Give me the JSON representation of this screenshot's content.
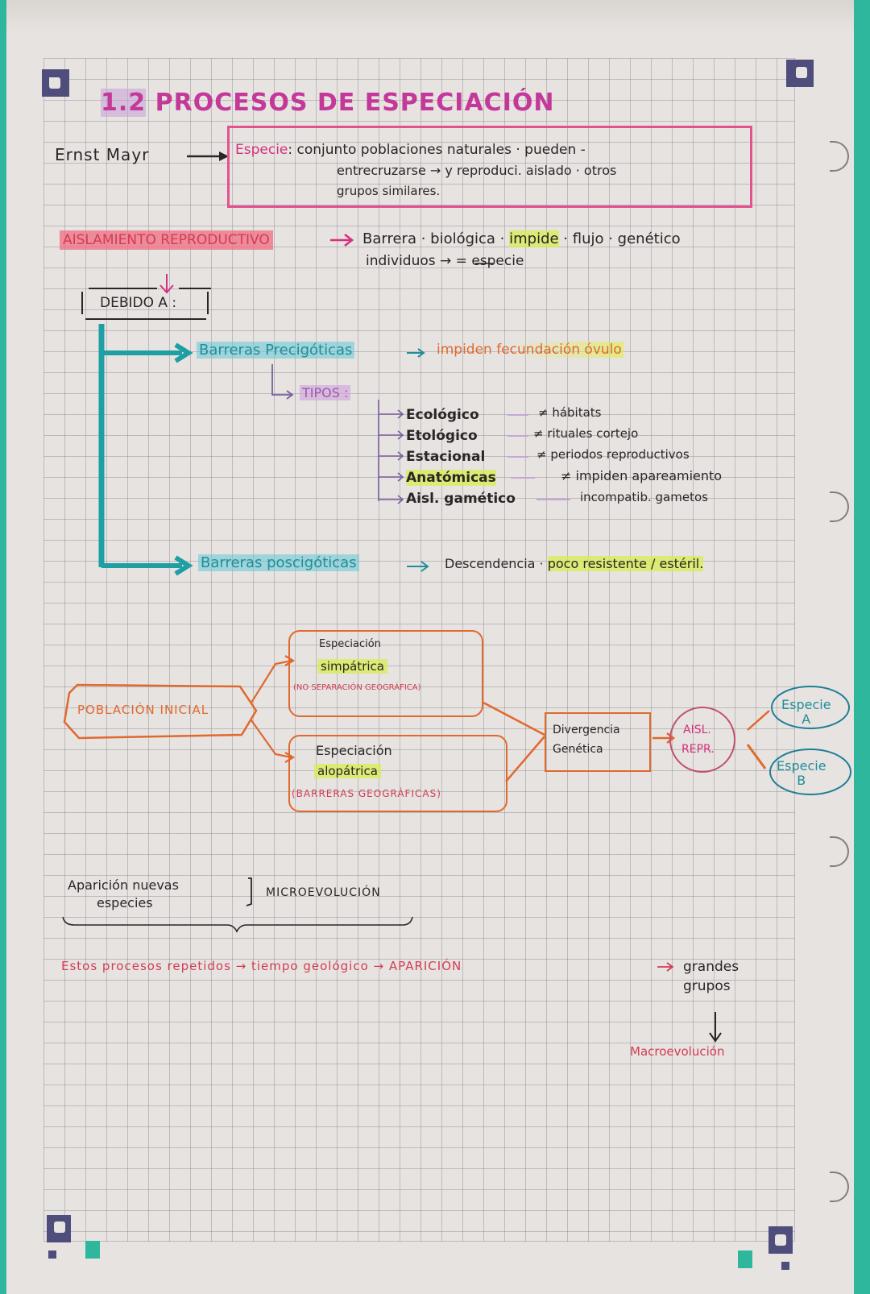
{
  "page": {
    "title": "1.2 PROCESOS DE ESPECIACIÓN",
    "title_number": "1.2",
    "title_text": "PROCESOS DE ESPECIACIÓN"
  },
  "definition": {
    "author": "Ernst Mayr",
    "term": "Especie",
    "line1": ": conjunto poblaciones naturales · pueden -",
    "line2": "entrecruzarse → y reproduci. aislado · otros",
    "line3": "grupos similares."
  },
  "isolation": {
    "label": "AISLAMIENTO REPRODUCTIVO",
    "desc_line1_a": "Barrera · biológica · ",
    "desc_line1_b": "impide",
    "desc_line1_c": " · flujo · genético",
    "desc_line2": "individuos → = especie",
    "debido": "DEBIDO A :"
  },
  "precigoticas": {
    "label": "Barreras Precigóticas",
    "desc": "impiden fecundación óvulo",
    "tipos_label": "TIPOS :",
    "tipos": [
      {
        "name": "Ecológico",
        "desc": "≠ hábitats",
        "highlight": false
      },
      {
        "name": "Etológico",
        "desc": "≠ rituales cortejo",
        "highlight": false
      },
      {
        "name": "Estacional",
        "desc": "≠ periodos reproductivos",
        "highlight": false
      },
      {
        "name": "Anatómicas",
        "desc": "≠ impiden apareamiento",
        "highlight": true
      },
      {
        "name": "Aisl. gamético",
        "desc": "incompatib. gametos",
        "highlight": false
      }
    ]
  },
  "poscigoticas": {
    "label": "Barreras poscigóticas",
    "desc_a": "Descendencia · ",
    "desc_b": "poco resistente / estéril."
  },
  "diagram": {
    "start": "POBLACIÓN INICIAL",
    "simpatrica": {
      "line1": "Especiación",
      "line2": "simpátrica",
      "line3": "(NO SEPARACIÓN GEOGRÁFICA)"
    },
    "alopatrica": {
      "line1": "Especiación",
      "line2": "alopátrica",
      "line3": "(BARRERAS GEOGRÁFICAS)"
    },
    "divergencia": {
      "line1": "Divergencia",
      "line2": "Genética"
    },
    "aislamiento": {
      "line1": "AISL.",
      "line2": "REPR."
    },
    "especie_a": {
      "line1": "Especie",
      "line2": "A"
    },
    "especie_b": {
      "line1": "Especie",
      "line2": "B"
    }
  },
  "micro": {
    "line1": "Aparición nuevas",
    "line2": "especies",
    "label": "MICROEVOLUCIÓN"
  },
  "macro": {
    "sentence": "Estos procesos repetidos → tiempo geológico → APARICIÓN",
    "target_line1": "grandes",
    "target_line2": "grupos",
    "result": "Macroevolución"
  },
  "colors": {
    "paper": "#e7e3e1",
    "teal_edge": "#2fb79e",
    "title_pink": "#c4389a",
    "box_pink": "#e2528f",
    "teal_ink": "#1e8f9a",
    "orange_ink": "#e0692e",
    "marker_navy": "#4f4d7c"
  }
}
